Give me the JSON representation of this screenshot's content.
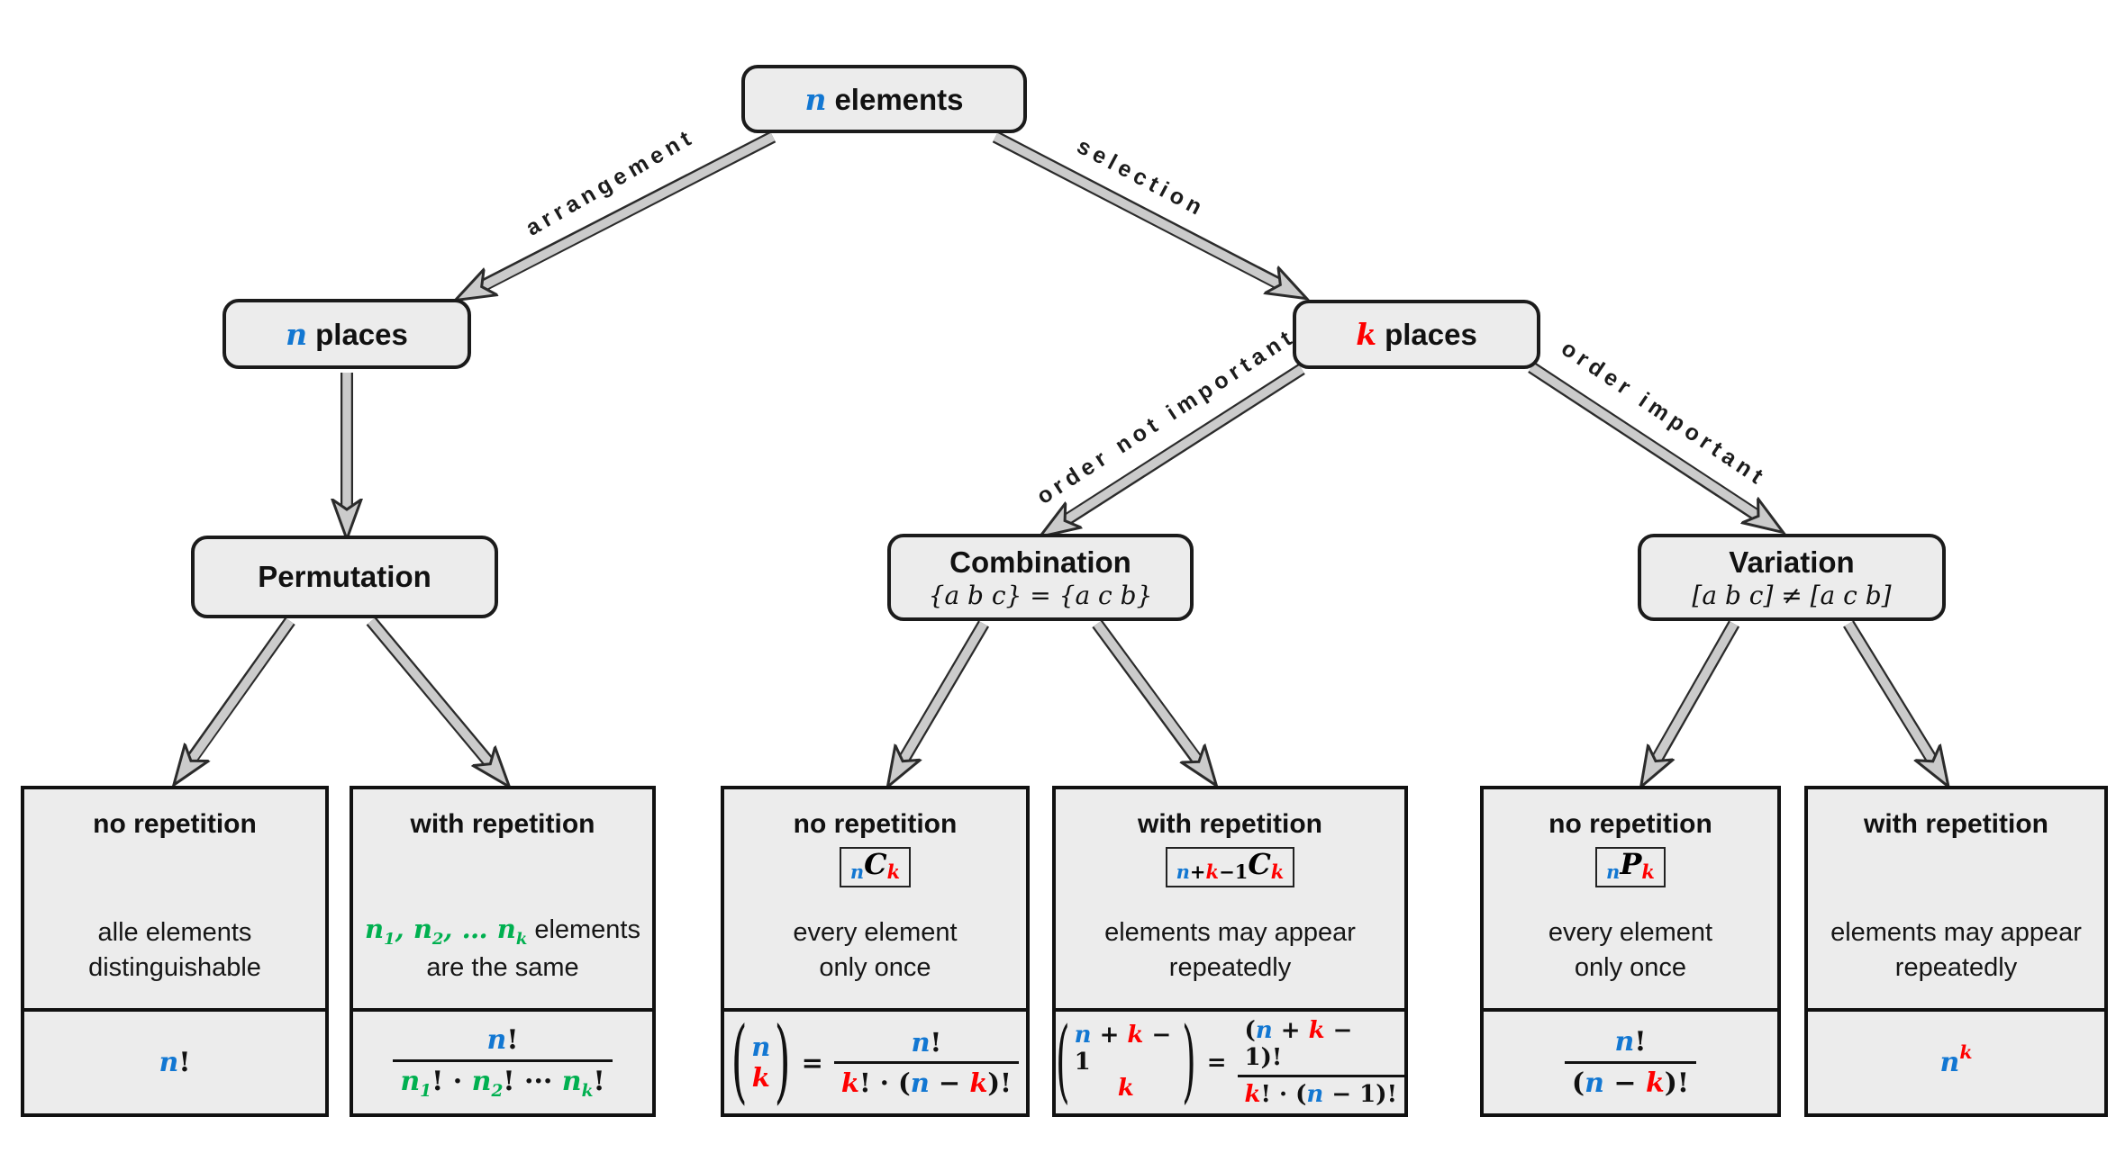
{
  "colors": {
    "blue": "#1277d2",
    "red": "#fe0000",
    "green": "#00b050",
    "box_fill": "#ececec",
    "arrow_fill": "#cbcbcb",
    "outline": "#1b1b1b"
  },
  "edges": {
    "arrangement": "arrangement",
    "selection": "selection",
    "order_not_important": "order not important",
    "order_important": "order important"
  },
  "nodes": {
    "root": {
      "var": "n",
      "label": "elements"
    },
    "n_places": {
      "var": "n",
      "label": "places"
    },
    "k_places": {
      "var": "k",
      "label": "places"
    },
    "permutation": {
      "title": "Permutation"
    },
    "combination": {
      "title": "Combination",
      "note": "{a b c} = {a c b}"
    },
    "variation": {
      "title": "Variation",
      "note": "[a b c] ≠ [a c b]"
    }
  },
  "leaves": {
    "perm_no_rep": {
      "title": "no repetition",
      "desc1": "alle elements",
      "desc2": "distinguishable",
      "formula": {
        "n": "n",
        "bang": "!"
      }
    },
    "perm_with_rep": {
      "title": "with repetition",
      "desc": {
        "g0": "n",
        "g0s": "1",
        "g1": ", ",
        "g2": "n",
        "g2s": "2",
        "g3": ", … ",
        "g4": "n",
        "g4s": "k",
        "rest": " elements",
        "line2": "are the same"
      },
      "formula": {
        "num_n": "n",
        "num_bang": "!",
        "d0": "n",
        "d0s": "1",
        "d1": "! · ",
        "d2": "n",
        "d2s": "2",
        "d3": "! ··· ",
        "d4": "n",
        "d4s": "k",
        "d5": "!"
      }
    },
    "comb_no_rep": {
      "title": "no repetition",
      "badge": {
        "pre": "n",
        "main": "C",
        "post": "k"
      },
      "desc1": "every element",
      "desc2": "only once",
      "formula": {
        "top": "n",
        "bottom": "k",
        "eq": "=",
        "num_n": "n",
        "num_bang": "!",
        "d0": "k",
        "d1": "! · (",
        "d2": "n",
        "d3": " − ",
        "d4": "k",
        "d5": ")!"
      }
    },
    "comb_with_rep": {
      "title": "with repetition",
      "badge": {
        "pre0": "n",
        "pre1": "+",
        "pre2": "k",
        "pre3": "−1",
        "main": "C",
        "post": "k"
      },
      "desc1": "elements may appear",
      "desc2": "repeatedly",
      "formula": {
        "t0": "n",
        "t1": " + ",
        "t2": "k",
        "t3": " − 1",
        "bottom": "k",
        "eq": "=",
        "n0": "(",
        "n1": "n",
        "n2": " + ",
        "n3": "k",
        "n4": " − 1",
        "n5": ")!",
        "d0": "k",
        "d1": "! · (",
        "d2": "n",
        "d3": " − 1",
        "d4": ")!"
      }
    },
    "var_no_rep": {
      "title": "no repetition",
      "badge": {
        "pre": "n",
        "main": "P",
        "post": "k"
      },
      "desc1": "every element",
      "desc2": "only once",
      "formula": {
        "num_n": "n",
        "num_bang": "!",
        "d0": "(",
        "d1": "n",
        "d2": " − ",
        "d3": "k",
        "d4": ")!"
      }
    },
    "var_with_rep": {
      "title": "with repetition",
      "desc1": "elements may appear",
      "desc2": "repeatedly",
      "formula": {
        "base": "n",
        "sup": "k"
      }
    }
  }
}
